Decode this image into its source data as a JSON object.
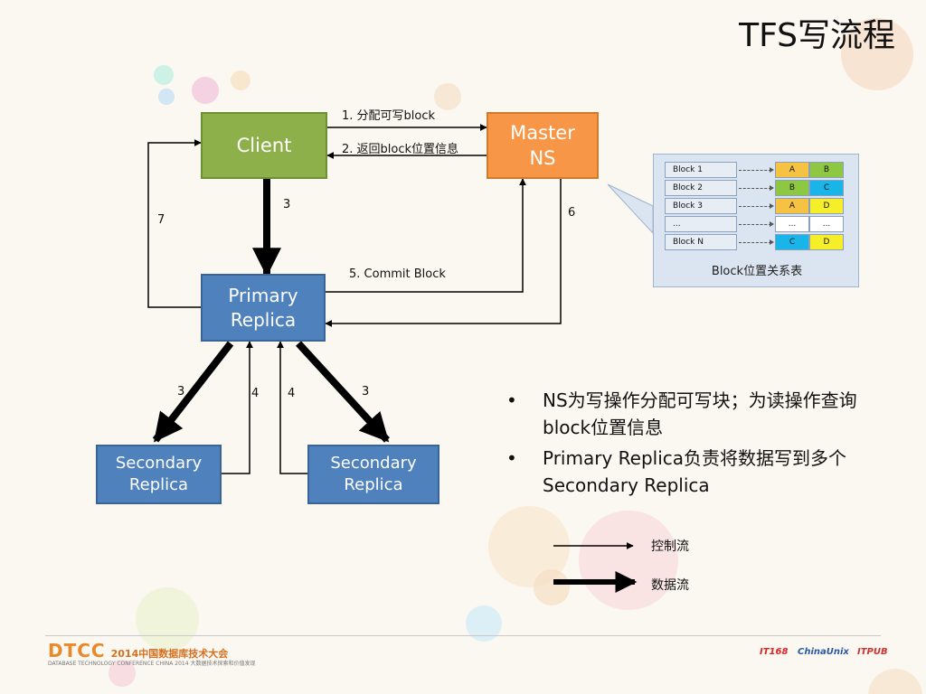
{
  "title": "TFS写流程",
  "nodes": {
    "client": "Client",
    "master_line1": "Master",
    "master_line2": "NS",
    "primary_line1": "Primary",
    "primary_line2": "Replica",
    "secondary_left_line1": "Secondary",
    "secondary_left_line2": "Replica",
    "secondary_right_line1": "Secondary",
    "secondary_right_line2": "Replica"
  },
  "edge_labels": {
    "e1": "1. 分配可写block",
    "e2": "2. 返回block位置信息",
    "e3_client_primary": "3",
    "e3_left": "3",
    "e3_right": "3",
    "e4_left": "4",
    "e4_right": "4",
    "e5": "5. Commit Block",
    "e6": "6",
    "e7": "7"
  },
  "block_table": {
    "caption": "Block位置关系表",
    "rows": [
      {
        "name": "Block 1",
        "c1": "A",
        "c2": "B",
        "c1_color": "#f5c242",
        "c2_color": "#8ec741"
      },
      {
        "name": "Block 2",
        "c1": "B",
        "c2": "C",
        "c1_color": "#8ec741",
        "c2_color": "#19b5e8"
      },
      {
        "name": "Block 3",
        "c1": "A",
        "c2": "D",
        "c1_color": "#f5c242",
        "c2_color": "#f7ee2a"
      },
      {
        "name": "...",
        "c1": "...",
        "c2": "...",
        "c1_color": "#ffffff",
        "c2_color": "#ffffff"
      },
      {
        "name": "Block N",
        "c1": "C",
        "c2": "D",
        "c1_color": "#19b5e8",
        "c2_color": "#f7ee2a"
      }
    ]
  },
  "bullets": [
    "NS为写操作分配可写块；为读操作查询block位置信息",
    "Primary Replica负责将数据写到多个Secondary Replica"
  ],
  "legend": {
    "control_flow": "控制流",
    "data_flow": "数据流"
  },
  "footer": {
    "logo_main": "DTCC",
    "logo_sub": "2014中国数据库技术大会",
    "logo_tagline": "DATABASE TECHNOLOGY CONFERENCE CHINA 2014",
    "logo_tagline2": "大数据技术探索和价值发现",
    "sponsor_1": "IT168",
    "sponsor_2": "ChinaUnix",
    "sponsor_3": "ITPUB"
  },
  "colors": {
    "client": "#8db04a",
    "master": "#f79646",
    "replica": "#4f81bd"
  }
}
